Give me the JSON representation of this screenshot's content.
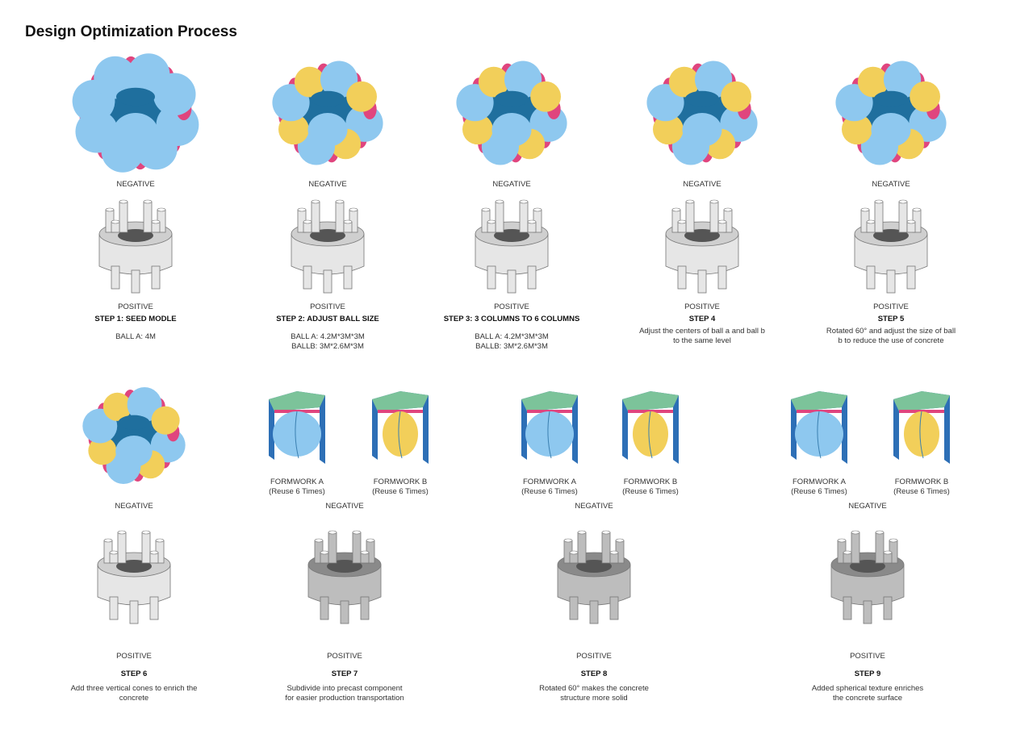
{
  "title": "Design Optimization Process",
  "labels": {
    "negative": "NEGATIVE",
    "positive": "POSITIVE"
  },
  "steps": [
    {
      "step": "STEP 1: SEED MODLE",
      "desc": [
        "BALL A: 4M"
      ]
    },
    {
      "step": "STEP 2: ADJUST BALL SIZE",
      "desc": [
        "BALL A: 4.2M*3M*3M",
        "BALLB: 3M*2.6M*3M"
      ]
    },
    {
      "step": "STEP 3: 3 COLUMNS TO 6 COLUMNS",
      "desc": [
        "BALL A: 4.2M*3M*3M",
        "BALLB: 3M*2.6M*3M"
      ]
    },
    {
      "step": "STEP 4",
      "desc": [
        "Adjust the centers of ball a and ball b",
        "to the same level"
      ]
    },
    {
      "step": "STEP 5",
      "desc": [
        "Rotated 60° and adjust the size of ball",
        "b to reduce the use of concrete"
      ]
    },
    {
      "step": "STEP 6",
      "desc": [
        "Add three vertical cones to enrich the",
        "concrete"
      ]
    },
    {
      "step": "STEP 7",
      "desc": [
        "Subdivide into precast component",
        "for easier production transportation"
      ]
    },
    {
      "step": "STEP 8",
      "desc": [
        "Rotated 60° makes the concrete",
        "structure more solid"
      ]
    },
    {
      "step": "STEP 9",
      "desc": [
        "Added spherical texture enriches",
        "the concrete surface"
      ]
    }
  ],
  "formwork": {
    "a": "FORMWORK A",
    "b": "FORMWORK B",
    "reuse": "(Reuse 6 Times)"
  },
  "colors": {
    "ball_a": "#8ec8ef",
    "ball_b": "#f2cf5a",
    "connector": "#e0457e",
    "core": "#1f6f9e",
    "concrete": "#e6e6e6",
    "formwork_green": "#7cc39a",
    "formwork_blue": "#2d6fb6"
  }
}
